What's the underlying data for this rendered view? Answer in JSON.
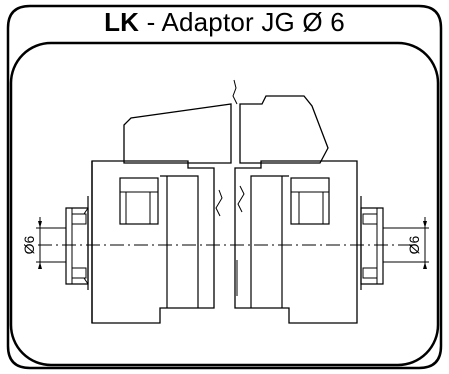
{
  "title": {
    "code": "LK",
    "separator": " - ",
    "name": "Adaptor JG Ø 6"
  },
  "dimensions": {
    "left_label": "Ø6",
    "right_label": "Ø6"
  },
  "colors": {
    "line": "#000000",
    "background": "#ffffff"
  }
}
